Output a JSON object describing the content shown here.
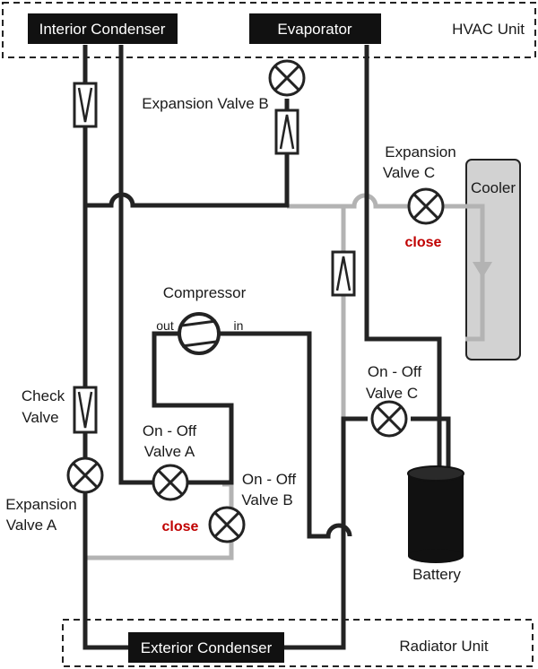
{
  "units": {
    "hvac": "HVAC Unit",
    "radiator": "Radiator Unit"
  },
  "components": {
    "interior_condenser": "Interior Condenser",
    "evaporator": "Evaporator",
    "exterior_condenser": "Exterior Condenser",
    "cooler": "Cooler",
    "compressor": "Compressor",
    "compressor_out": "out",
    "compressor_in": "in",
    "battery": "Battery"
  },
  "valves": {
    "expansion_b": "Expansion Valve B",
    "expansion_c_line1": "Expansion",
    "expansion_c_line2": "Valve C",
    "check_line1": "Check",
    "check_line2": "Valve",
    "expansion_a_line1": "Expansion",
    "expansion_a_line2": "Valve A",
    "onoff_a_line1": "On - Off",
    "onoff_a_line2": "Valve A",
    "onoff_b_line1": "On - Off",
    "onoff_b_line2": "Valve B",
    "onoff_c_line1": "On - Off",
    "onoff_c_line2": "Valve C"
  },
  "states": {
    "expansion_c": "close",
    "onoff_b": "close"
  },
  "colors": {
    "active_pipe": "#232323",
    "inactive_pipe": "#b3b3b3",
    "closed_label": "#c00000",
    "cooler_fill": "#d2d2d2"
  }
}
